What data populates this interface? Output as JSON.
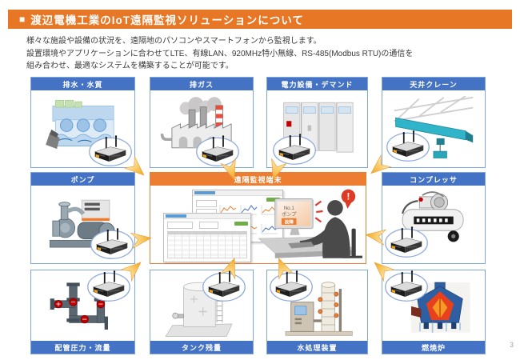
{
  "slide": {
    "title_bullet": "■",
    "title": "渡辺電機工業のIoT遠隔監視ソリューションについて",
    "body_lines": [
      "様々な施設や設備の状況を、遠隔地のパソコンやスマートフォンから監視します。",
      "設置環境やアプリケーションに合わせてLTE、有線LAN、920MHz特小無線、RS-485(Modbus RTU)の通信を",
      "組み合わせ、最適なシステムを構築することが可能です。"
    ],
    "page_number": "3"
  },
  "cards": {
    "wastewater": {
      "label": "排水・水質"
    },
    "exhaust_gas": {
      "label": "排ガス"
    },
    "power": {
      "label": "電力設備・デマンド"
    },
    "crane": {
      "label": "天井クレーン"
    },
    "pump": {
      "label": "ポンプ"
    },
    "terminal": {
      "label": "遠隔監視端末"
    },
    "compressor": {
      "label": "コンプレッサ"
    },
    "pipe": {
      "label": "配管圧力・流量"
    },
    "tank": {
      "label": "タンク残量"
    },
    "water_treatment": {
      "label": "水処理装置"
    },
    "furnace": {
      "label": "燃焼炉"
    }
  },
  "terminal_scene": {
    "screen_line1": "No.1",
    "screen_line2": "ポンプ",
    "status_badge": "故障",
    "alert_mark": "!"
  },
  "colors": {
    "header_orange": "#E87725",
    "card_label_blue": "#4472C4",
    "card_border_blue": "#7EA6D9",
    "center_orange": "#ED7D31",
    "alert_red": "#DD3B25",
    "arrow_gold": "#F2A71B"
  }
}
